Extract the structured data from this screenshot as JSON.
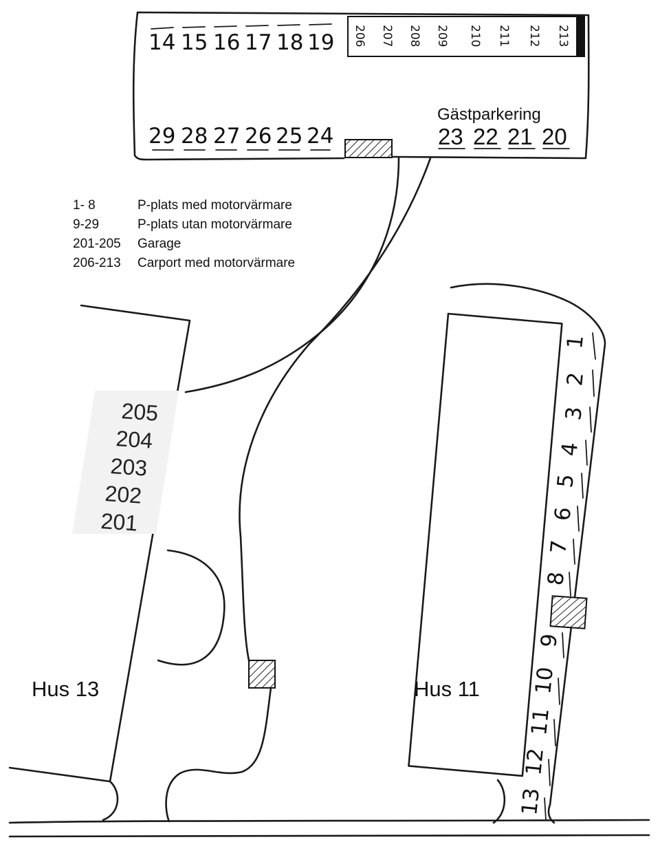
{
  "top_lot": {
    "row_top": [
      "14",
      "15",
      "16",
      "17",
      "18",
      "19"
    ],
    "carports": [
      "206",
      "207",
      "208",
      "209",
      "210",
      "211",
      "212",
      "213"
    ],
    "row_bottom": [
      "29",
      "28",
      "27",
      "26",
      "25",
      "24"
    ],
    "guest_label": "Gästparkering",
    "guest_spots": [
      "23",
      "22",
      "21",
      "20"
    ]
  },
  "legend": [
    {
      "range": "1- 8",
      "desc": "P-plats med motorvärmare"
    },
    {
      "range": "9-29",
      "desc": "P-plats utan motorvärmare"
    },
    {
      "range": "201-205",
      "desc": "Garage"
    },
    {
      "range": "206-213",
      "desc": "Carport med motorvärmare"
    }
  ],
  "garages": [
    "205",
    "204",
    "203",
    "202",
    "201"
  ],
  "buildings": {
    "left": "Hus 13",
    "right": "Hus 11"
  },
  "side_spots": [
    "1",
    "2",
    "3",
    "4",
    "5",
    "6",
    "7",
    "8",
    "9",
    "10",
    "11",
    "12",
    "13"
  ]
}
